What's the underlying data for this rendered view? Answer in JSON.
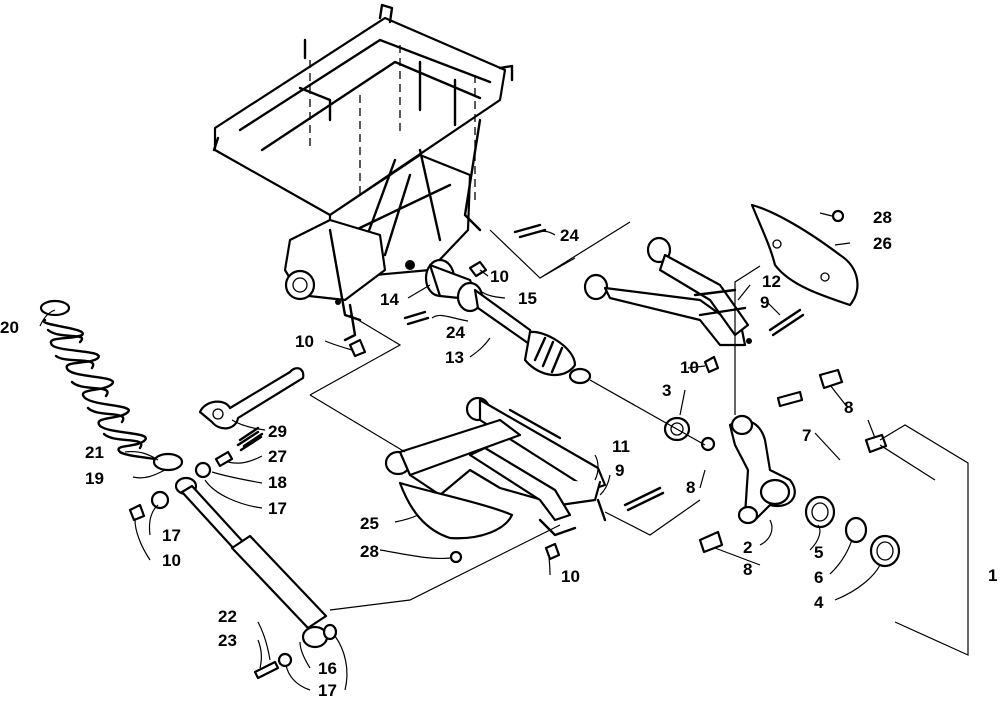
{
  "callouts": {
    "c1": "1",
    "c2": "2",
    "c3": "3",
    "c4": "4",
    "c5": "5",
    "c6": "6",
    "c7": "7",
    "c8a": "8",
    "c8b": "8",
    "c8c": "8",
    "c9a": "9",
    "c9b": "9",
    "c10a": "10",
    "c10b": "10",
    "c10c": "10",
    "c10d": "10",
    "c10e": "10",
    "c11": "11",
    "c12": "12",
    "c13": "13",
    "c14": "14",
    "c15": "15",
    "c16": "16",
    "c17a": "17",
    "c17b": "17",
    "c17c": "17",
    "c18": "18",
    "c19": "19",
    "c20": "20",
    "c21": "21",
    "c22": "22",
    "c23": "23",
    "c24a": "24",
    "c24b": "24",
    "c25": "25",
    "c26": "26",
    "c27": "27",
    "c28a": "28",
    "c28b": "28",
    "c29": "29"
  }
}
